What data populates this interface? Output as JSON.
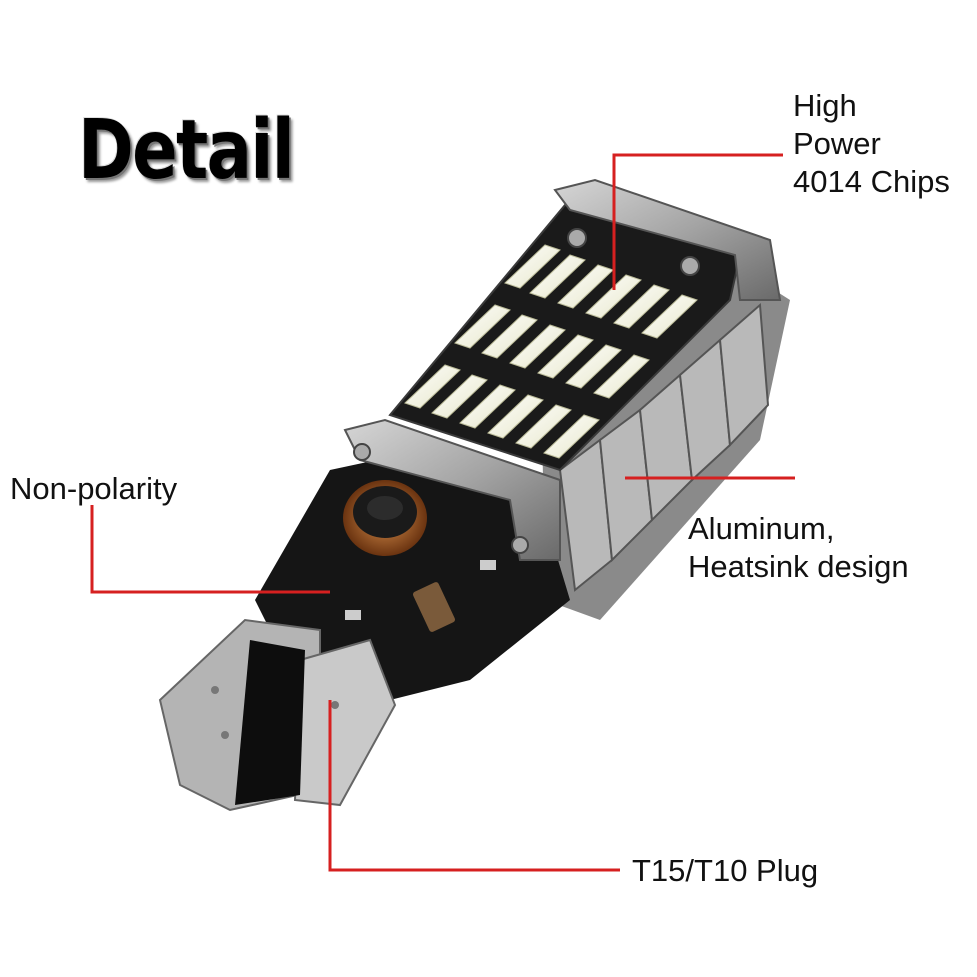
{
  "title": "Detail",
  "labels": {
    "chips": {
      "line1": "High",
      "line2": "Power",
      "line3": "4014 Chips"
    },
    "polarity": "Non-polarity",
    "heatsink": {
      "line1": "Aluminum,",
      "line2": "Heatsink design"
    },
    "plug": "T15/T10 Plug"
  },
  "colors": {
    "leader_line": "#d62020",
    "heatsink": "#9c9c9c",
    "pcb": "#161616",
    "led_chip": "#f4f4df",
    "copper_coil": "#b5682c"
  }
}
